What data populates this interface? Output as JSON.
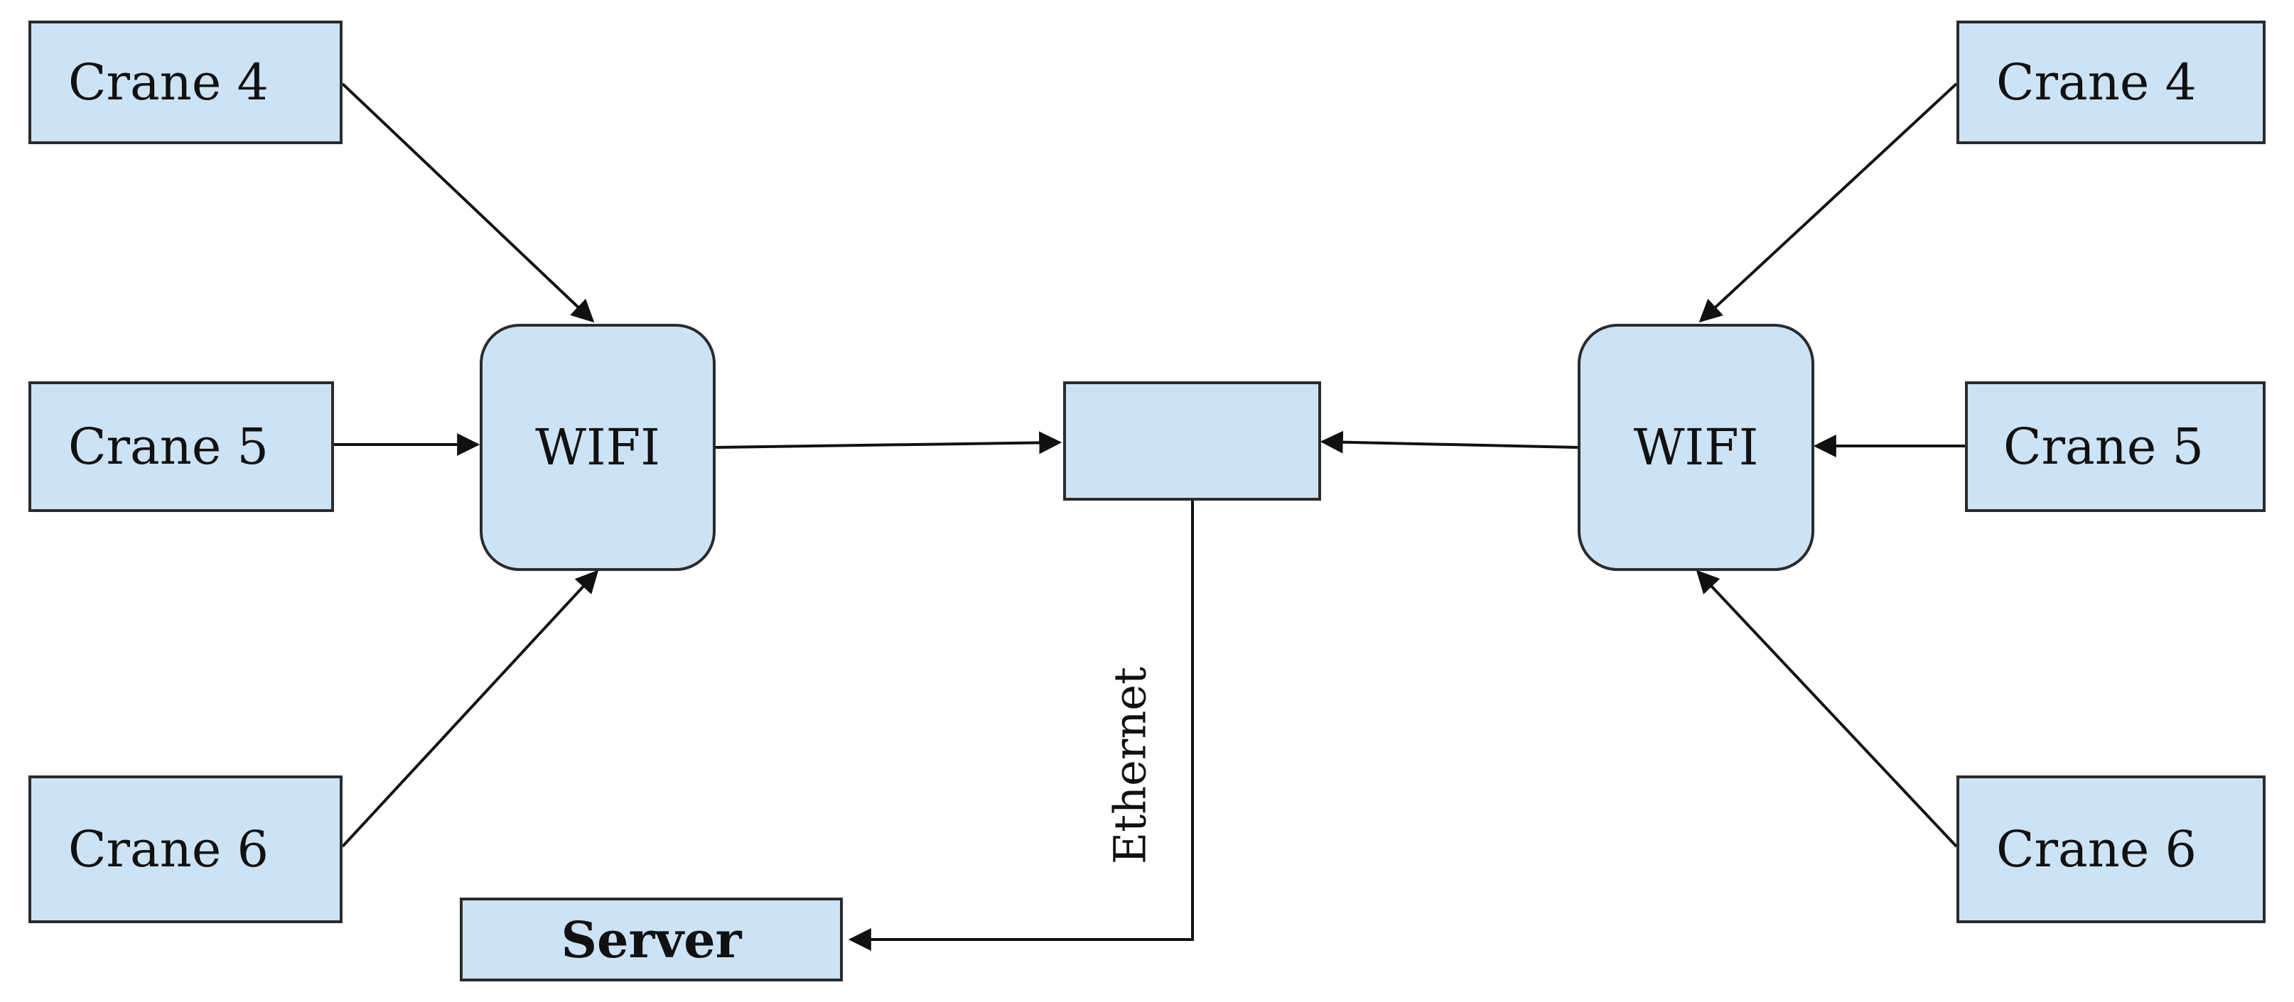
{
  "diagram": {
    "left_cluster": {
      "crane_top": "Crane 4",
      "crane_middle": "Crane 5",
      "crane_bottom": "Crane 6",
      "hub": "WIFI"
    },
    "right_cluster": {
      "crane_top": "Crane 4",
      "crane_middle": "Crane 5",
      "crane_bottom": "Crane 6",
      "hub": "WIFI"
    },
    "center_node": "",
    "server": "Server",
    "link_label": "Ethernet"
  },
  "colors": {
    "node_fill": "#cce3f5",
    "stroke": "#2b2b2b"
  }
}
